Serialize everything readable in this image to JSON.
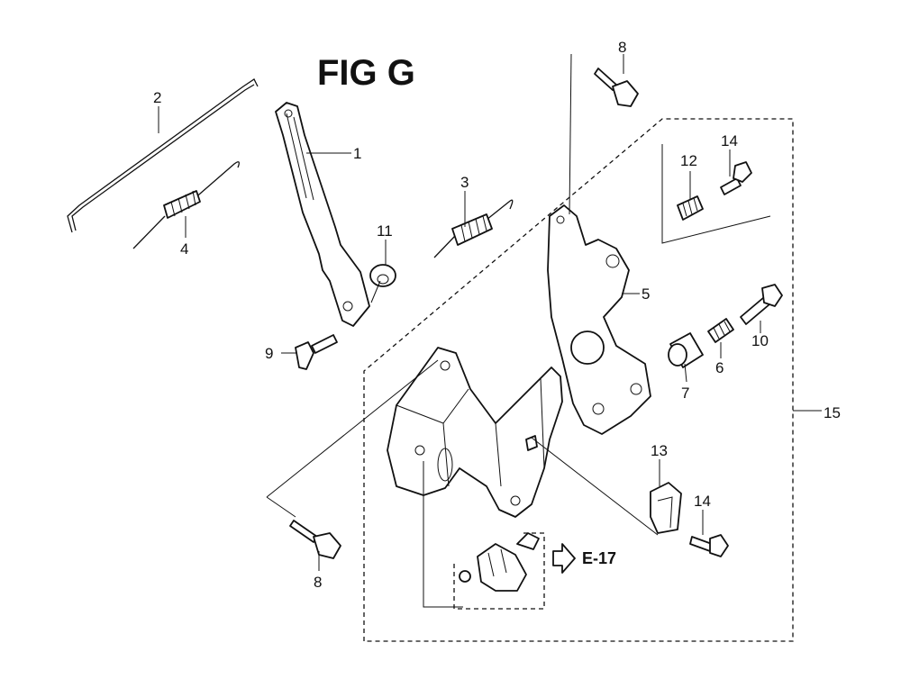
{
  "figure": {
    "title": "FIG G"
  },
  "reference": {
    "label": "E-17"
  },
  "callouts": [
    "1",
    "2",
    "3",
    "4",
    "5",
    "6",
    "7",
    "8",
    "8",
    "9",
    "10",
    "11",
    "12",
    "13",
    "14",
    "14",
    "15"
  ]
}
